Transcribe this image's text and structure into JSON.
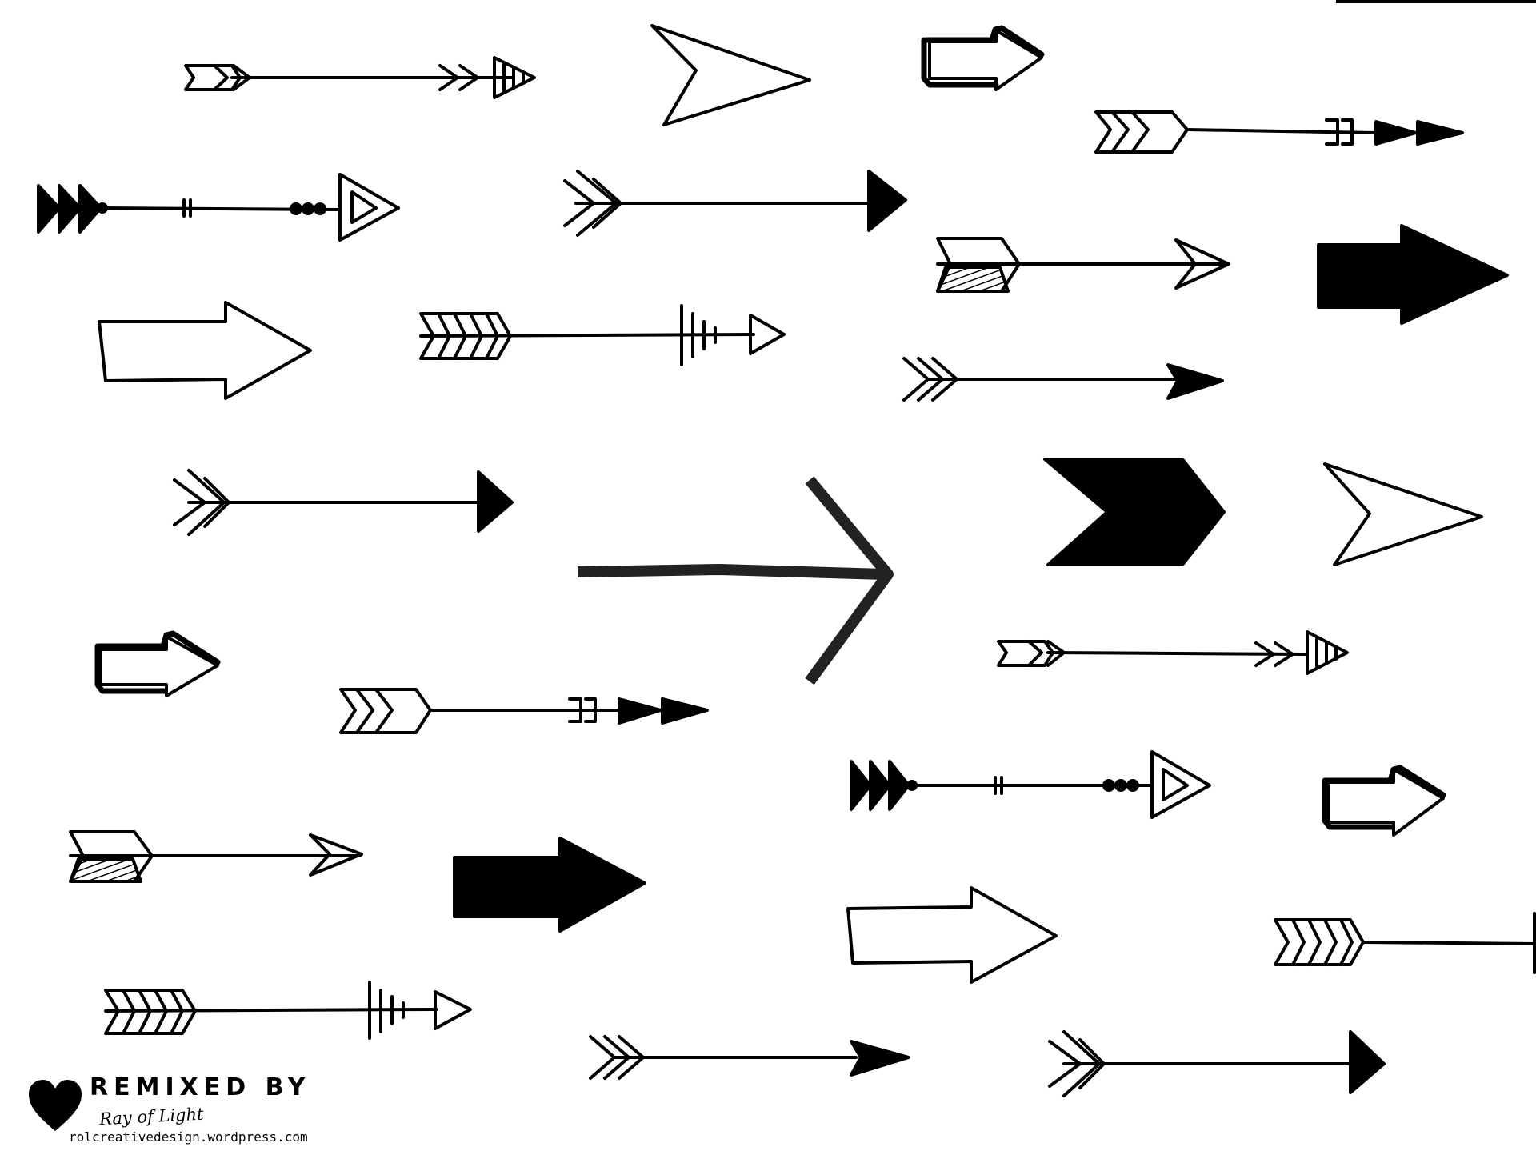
{
  "palette": {
    "ink": "#000000",
    "background": "#ffffff",
    "marker": "#222222"
  },
  "badge": {
    "heading": "REMIXED BY",
    "script": "Ray of Light",
    "url": "rolcreativedesign.wordpress.com",
    "icon": "heart-icon"
  }
}
